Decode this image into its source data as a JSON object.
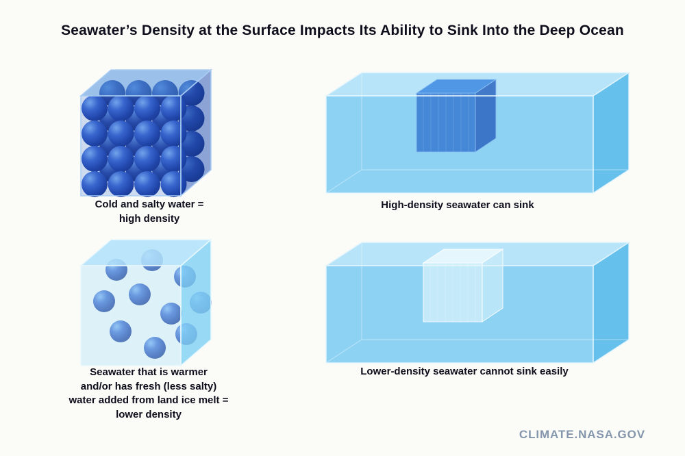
{
  "title": "Seawater’s Density at the Surface Impacts Its Ability to Sink Into the Deep Ocean",
  "panels": {
    "dense": {
      "caption": "Cold and salty water =\nhigh density"
    },
    "sink": {
      "caption": "High-density seawater can sink"
    },
    "loose": {
      "caption": "Seawater that is warmer\nand/or has fresh (less salty)\nwater added from land ice melt =\nlower density"
    },
    "nosink": {
      "caption": "Lower-density seawater cannot sink easily"
    }
  },
  "footer": {
    "site": "CLIMATE.NASA.GOV"
  },
  "colors": {
    "background": "#fbfbf7",
    "title_text": "#0e0e1c",
    "caption_text": "#0e0e1c",
    "dense_sphere_dark": "#14297c",
    "dense_sphere_light": "#85b4f2",
    "dense_cube_face": "#2e6bd0",
    "light_water_front": "#8ed2f3",
    "light_water_top": "#b7e4f9",
    "light_water_side": "#66c0ec",
    "sinking_cube": "#3478d2",
    "floating_cube": "#daf2fc",
    "footer_text": "#8496ab"
  }
}
